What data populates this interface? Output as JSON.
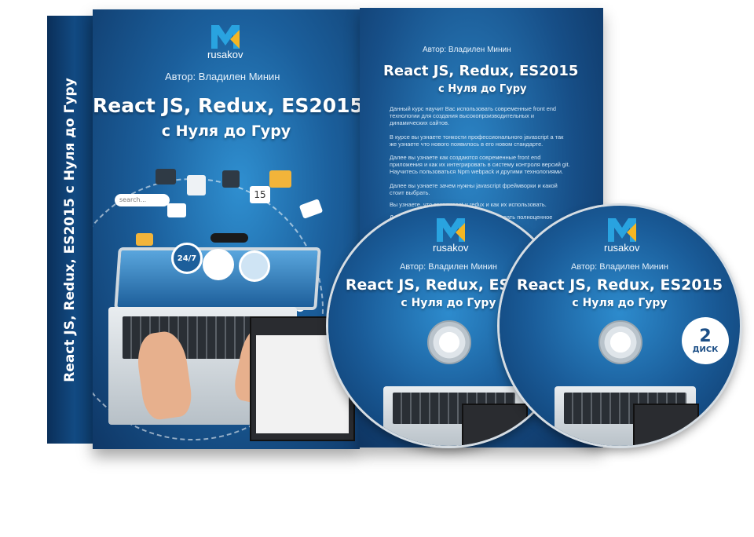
{
  "brand": "rusakov",
  "author": "Автор: Владилен Минин",
  "title": "React JS, Redux, ES2015",
  "subtitle": "с Нуля до Гуру",
  "spine_text": "React JS, Redux, ES2015 с Нуля до Гуру",
  "illustration": {
    "search_label": "search...",
    "calendar_day": "15",
    "support_badge": "24/7"
  },
  "back": {
    "author": "Автор: Владилен Минин",
    "title": "React JS, Redux, ES2015",
    "subtitle": "с Нуля до Гуру",
    "paragraphs": [
      "Данный курс научит Вас использовать современные front end технологии для создания высокопроизводительных и динамических сайтов.",
      "В курсе вы узнаете тонкости профессионального javascript а так же узнаете что нового появилось в его новом стандарте.",
      "Далее вы узнаете как создаются современные front end приложения и как их интегрировать в систему контроля версий git. Научитесь пользоваться Npm webpack и другими технологиями.",
      "Далее вы узнаете зачем нужны javascript фреймворки и какой стоит выбрать.",
      "Вы узнаете, что такое react и redux и как их использовать.",
      "Далее с полного нуля Вы научитесь создавать полноценное javascript приложение..."
    ]
  },
  "disc2": {
    "number": "2",
    "label": "ДИСК"
  },
  "colors": {
    "box_blue": "#1b5f9c",
    "dark_blue": "#0f3766",
    "logo_blue": "#29a3e0",
    "logo_yellow": "#f5b623"
  }
}
